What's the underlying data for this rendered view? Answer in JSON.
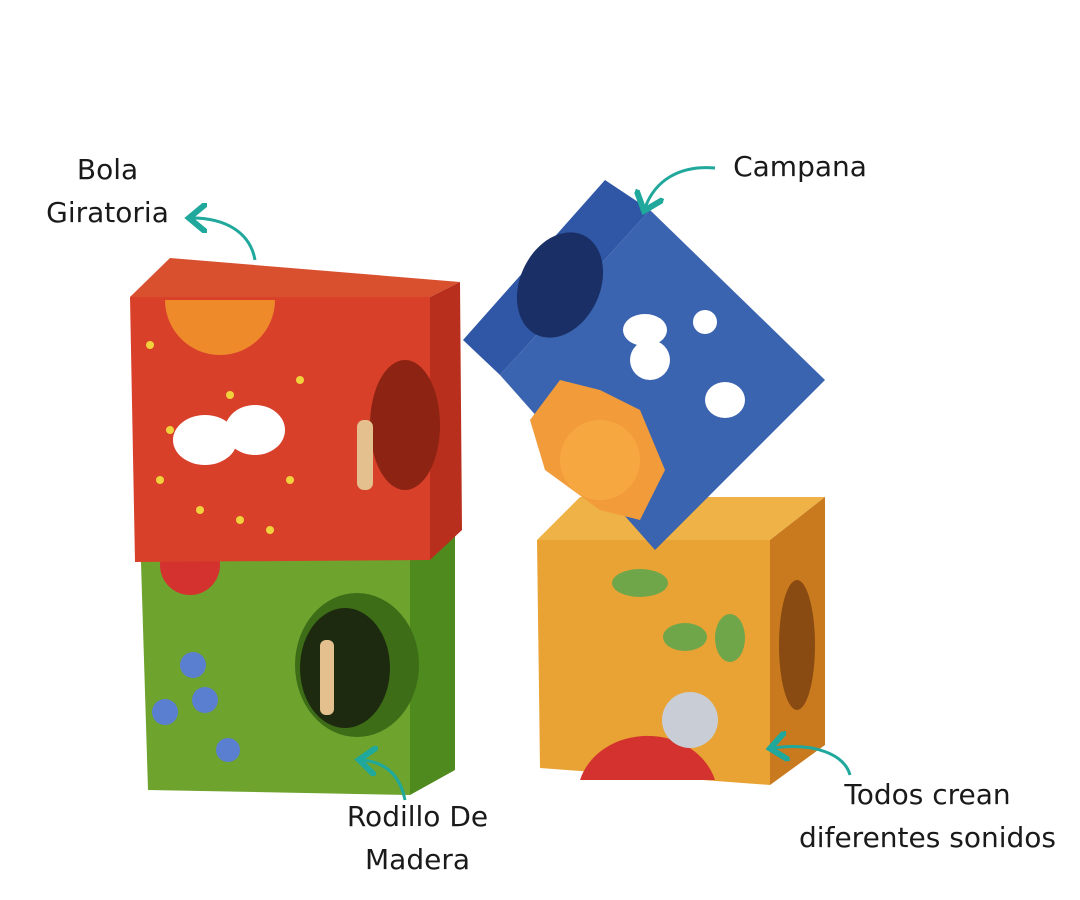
{
  "labels": {
    "spinning_ball": [
      "Bola",
      "Giratoria"
    ],
    "bell": "Campana",
    "wooden_roller": [
      "Rodillo De",
      "Madera"
    ],
    "all_sounds": [
      "Todos crean",
      "diferentes sonidos"
    ]
  },
  "colors": {
    "arrow": "#1fa89b",
    "red_cube": "#d8402a",
    "green_cube": "#6a9e2c",
    "blue_cube": "#3a64b0",
    "orange_cube": "#e8a334"
  }
}
